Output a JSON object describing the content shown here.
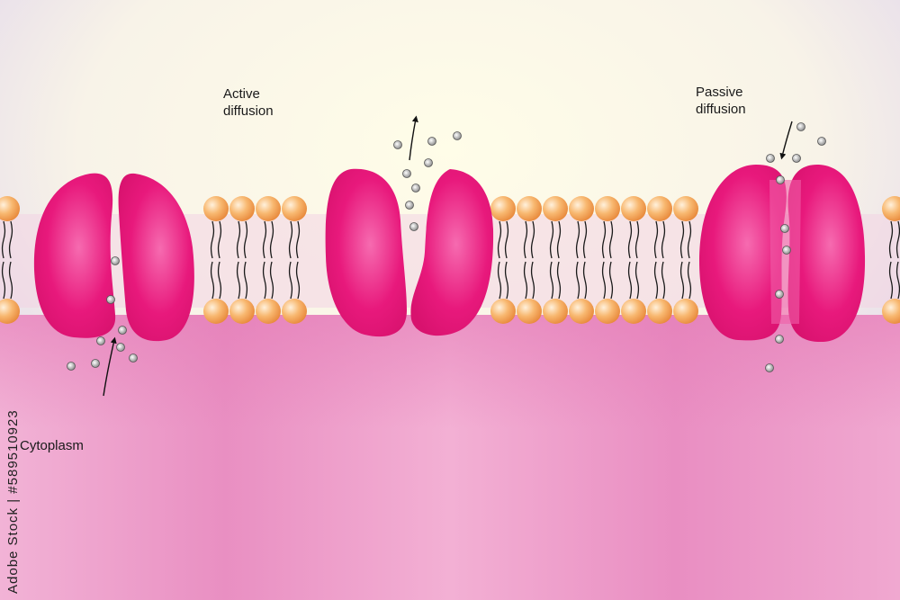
{
  "labels": {
    "active_diffusion": [
      "Active",
      "diffusion"
    ],
    "passive_diffusion": [
      "Passive",
      "diffusion"
    ],
    "cytoplasm": "Cytoplasm"
  },
  "watermark": {
    "side_text": "Adobe Stock | #589510923"
  },
  "colors": {
    "protein": "#e8177a",
    "protein_highlight": "#f45aa6",
    "lipid_head": "#f4a95c",
    "lipid_head_light": "#fde0b8",
    "lipid_tail": "#1a1a1a",
    "extracellular_top": "#fffbe6",
    "extracellular_edge": "#dcd0ee",
    "cytoplasm": "#ef9cc8",
    "molecule": "#8a8a8a"
  }
}
